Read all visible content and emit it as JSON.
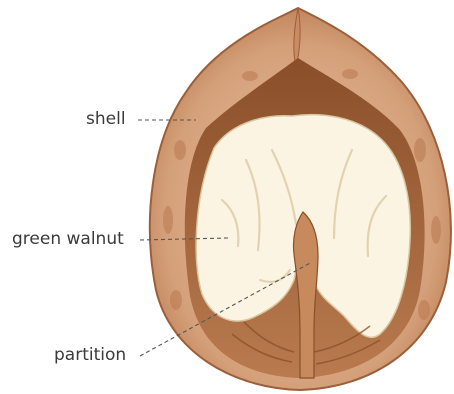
{
  "labels": {
    "shell": "shell",
    "green_walnut": "green walnut",
    "partition": "partition"
  },
  "colors": {
    "shell_outer": "#d4a07a",
    "shell_edge": "#9c5f3a",
    "shell_inner": "#b97a4e",
    "kernel": "#fbf4e3",
    "kernel_shadow": "#e9dcc0",
    "partition": "#c78a5c",
    "label_text": "#3a3a3a",
    "leader_line": "#555555"
  }
}
